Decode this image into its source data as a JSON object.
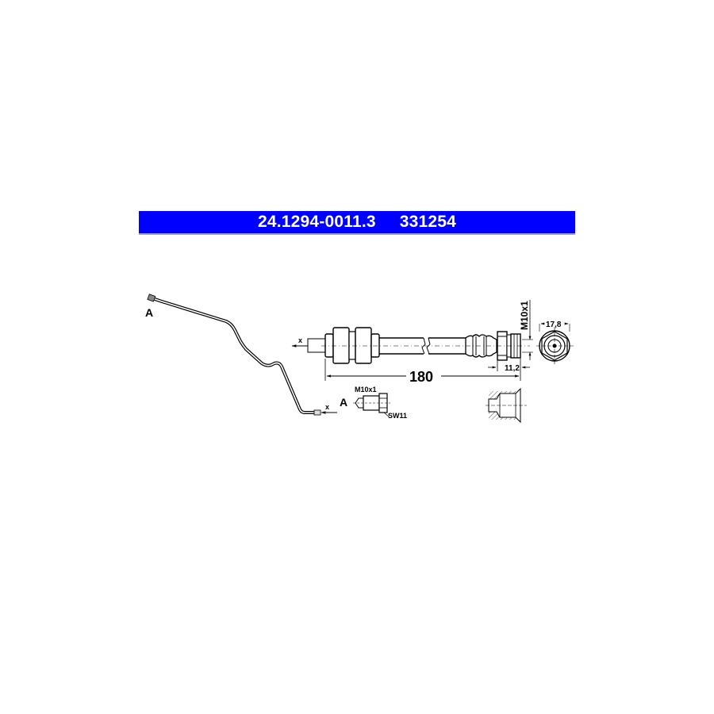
{
  "header": {
    "part_number": "24.1294-0011.3",
    "ref_number": "331254",
    "background_color": "#0000ff",
    "text_color": "#ffffff"
  },
  "drawing": {
    "left_view": {
      "end_label": "A",
      "direction_label": "x"
    },
    "hose_view": {
      "direction_label": "x",
      "length_dimension": "180",
      "thread_dimension": "M10x1",
      "fitting_length_dimension": "11,2"
    },
    "end_view": {
      "width_dimension": "17,8"
    },
    "detail_a": {
      "label": "A",
      "thread_label": "M10x1",
      "wrench_size_label": "SW11"
    }
  }
}
